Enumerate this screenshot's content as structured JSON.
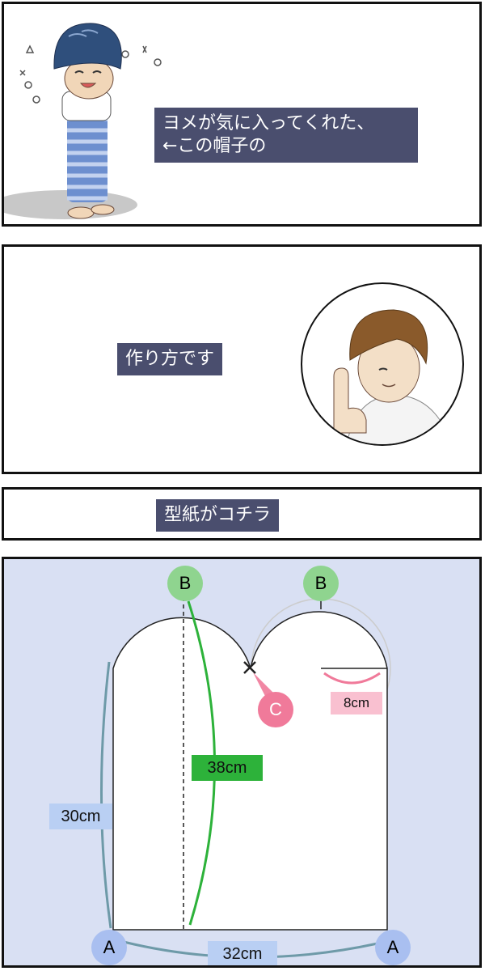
{
  "panel1": {
    "caption_line1": "ヨメが気に入ってくれた、",
    "caption_line2": "←この帽子の"
  },
  "panel2": {
    "caption": "作り方です"
  },
  "panel3": {
    "caption": "型紙がコチラ"
  },
  "pattern": {
    "point_b_left": "B",
    "point_b_right": "B",
    "point_c": "C",
    "point_a_left": "A",
    "point_a_right": "A",
    "measure_height": "30cm",
    "measure_curve": "38cm",
    "measure_width": "32cm",
    "measure_radius": "8cm"
  },
  "colors": {
    "caption_bg": "#4a4e6e",
    "pattern_bg": "#d9e0f3",
    "green": "#2db23a",
    "green_badge": "#8fd48f",
    "pink": "#f07a9a",
    "pink_badge": "#f9c0d0",
    "blue_line": "#6e9aa8",
    "blue_badge": "#a9bff0",
    "label_bg": "#b9cff3"
  }
}
